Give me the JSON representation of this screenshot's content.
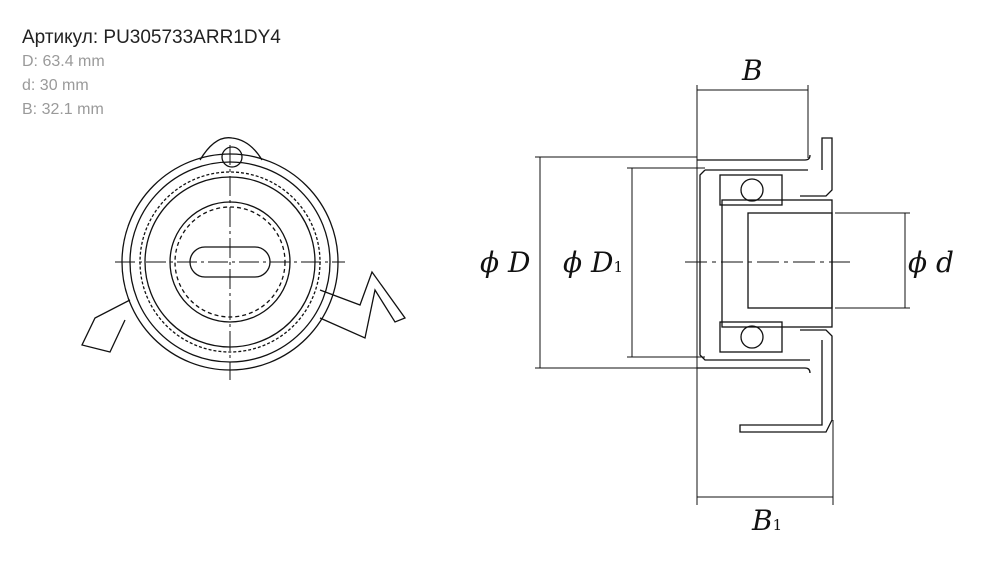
{
  "product": {
    "article": "Артикул: PU305733ARR1DY4",
    "specs": [
      "D: 63.4 mm",
      "d: 30 mm",
      "B: 32.1 mm"
    ]
  },
  "drawing": {
    "labels": {
      "B": "B",
      "B1_main": "B",
      "B1_sub": "1",
      "phiD": "ϕ D",
      "phiD1_main": "ϕ D",
      "phiD1_sub": "1",
      "phid": "ϕ d"
    }
  }
}
